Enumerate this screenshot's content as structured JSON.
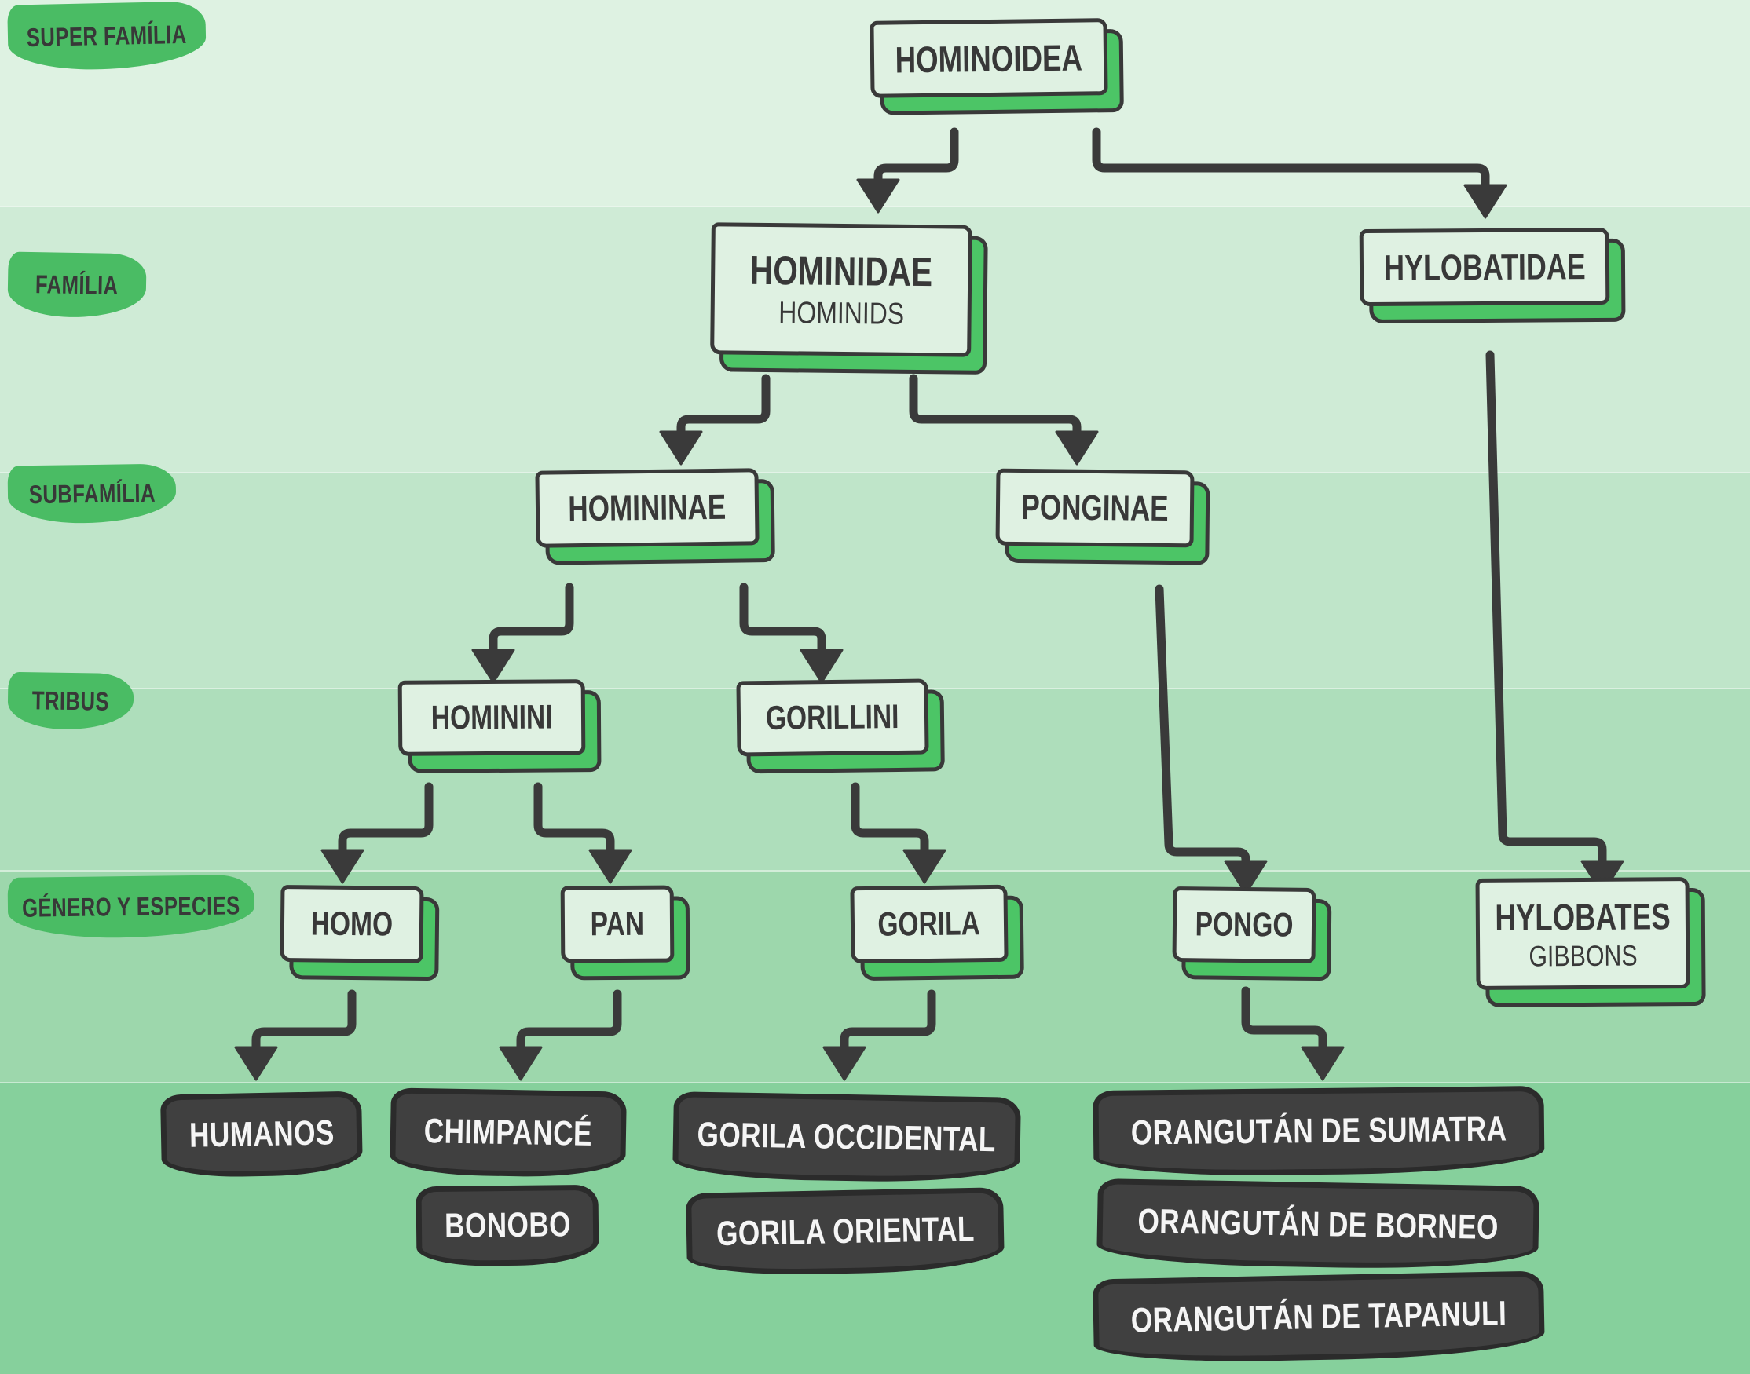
{
  "title": "Primate taxonomy tree (Hominoidea)",
  "palette": {
    "accent_green": "#4abc64",
    "extrusion_green": "#4cc566",
    "charcoal": "#383838",
    "species_fill": "#404040",
    "box_fill": "#dff1e2",
    "band_colors": [
      "#def2e2",
      "#cfebd6",
      "#bfe5c9",
      "#aedebb",
      "#9dd7ac",
      "#86d09c"
    ]
  },
  "row_labels": [
    {
      "id": "super-familia",
      "label": "SUPER FAMÍLIA"
    },
    {
      "id": "familia",
      "label": "FAMÍLIA"
    },
    {
      "id": "subfamilia",
      "label": "SUBFAMÍLIA"
    },
    {
      "id": "tribus",
      "label": "TRIBUS"
    },
    {
      "id": "genero-y-especies",
      "label": "GÉNERO Y ESPECIES"
    }
  ],
  "nodes": {
    "hominoidea": {
      "label": "HOMINOIDEA"
    },
    "hominidae": {
      "label": "HOMINIDAE",
      "sublabel": "HOMINIDS"
    },
    "hylobatidae": {
      "label": "HYLOBATIDAE"
    },
    "homininae": {
      "label": "HOMININAE"
    },
    "ponginae": {
      "label": "PONGINAE"
    },
    "hominini": {
      "label": "HOMININI"
    },
    "gorillini": {
      "label": "GORILLINI"
    },
    "homo": {
      "label": "HOMO"
    },
    "pan": {
      "label": "PAN"
    },
    "gorila": {
      "label": "GORILA"
    },
    "pongo": {
      "label": "PONGO"
    },
    "hylobates": {
      "label": "HYLOBATES",
      "sublabel": "GIBBONS"
    }
  },
  "species": {
    "humanos": "HUMANOS",
    "chimpance": "CHIMPANCÉ",
    "bonobo": "BONOBO",
    "gorila_occidental": "GORILA OCCIDENTAL",
    "gorila_oriental": "GORILA ORIENTAL",
    "orangutan_sumatra": "ORANGUTÁN DE SUMATRA",
    "orangutan_borneo": "ORANGUTÁN DE BORNEO",
    "orangutan_tapanuli": "ORANGUTÁN DE TAPANULI"
  },
  "hierarchy": {
    "HOMINOIDEA": [
      "HOMINIDAE",
      "HYLOBATIDAE"
    ],
    "HOMINIDAE": [
      "HOMININAE",
      "PONGINAE"
    ],
    "HYLOBATIDAE": [
      "HYLOBATES"
    ],
    "HOMININAE": [
      "HOMININI",
      "GORILLINI"
    ],
    "PONGINAE": [
      "PONGO"
    ],
    "HOMININI": [
      "HOMO",
      "PAN"
    ],
    "GORILLINI": [
      "GORILA"
    ],
    "HOMO": [
      "HUMANOS"
    ],
    "PAN": [
      "CHIMPANCÉ",
      "BONOBO"
    ],
    "GORILA": [
      "GORILA OCCIDENTAL",
      "GORILA ORIENTAL"
    ],
    "PONGO": [
      "ORANGUTÁN DE SUMATRA",
      "ORANGUTÁN DE BORNEO",
      "ORANGUTÁN DE TAPANULI"
    ]
  }
}
